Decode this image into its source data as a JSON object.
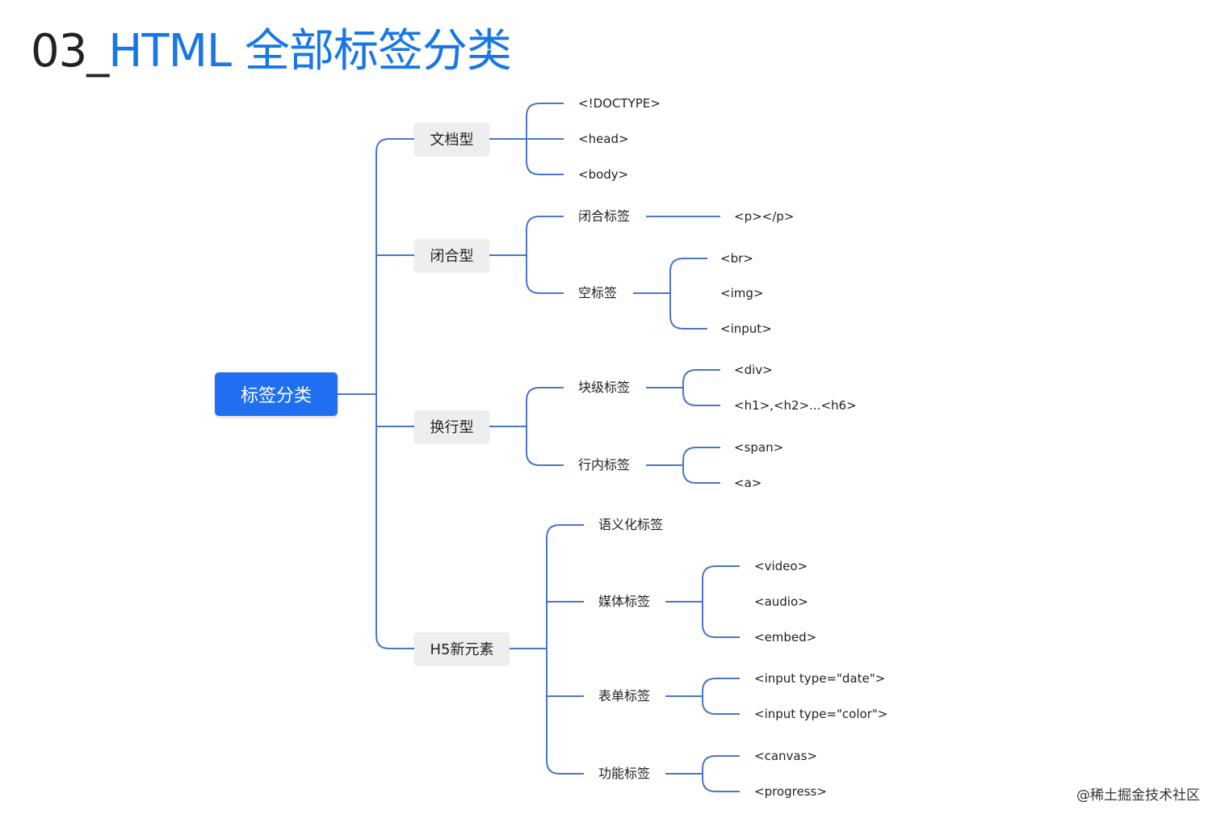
{
  "title": {
    "prefix": "03_",
    "main": "HTML 全部标签分类"
  },
  "root": {
    "label": "标签分类"
  },
  "categories": [
    {
      "label": "文档型",
      "children": [
        {
          "label": "<!DOCTYPE>"
        },
        {
          "label": "<head>"
        },
        {
          "label": "<body>"
        }
      ]
    },
    {
      "label": "闭合型",
      "children": [
        {
          "label": "闭合标签",
          "children": [
            {
              "label": "<p></p>"
            }
          ]
        },
        {
          "label": "空标签",
          "children": [
            {
              "label": "<br>"
            },
            {
              "label": "<img>"
            },
            {
              "label": "<input>"
            }
          ]
        }
      ]
    },
    {
      "label": "换行型",
      "children": [
        {
          "label": "块级标签",
          "children": [
            {
              "label": "<div>"
            },
            {
              "label": "<h1>,<h2>...<h6>"
            }
          ]
        },
        {
          "label": "行内标签",
          "children": [
            {
              "label": "<span>"
            },
            {
              "label": "<a>"
            }
          ]
        }
      ]
    },
    {
      "label": "H5新元素",
      "children": [
        {
          "label": "语义化标签"
        },
        {
          "label": "媒体标签",
          "children": [
            {
              "label": "<video>"
            },
            {
              "label": "<audio>"
            },
            {
              "label": "<embed>"
            }
          ]
        },
        {
          "label": "表单标签",
          "children": [
            {
              "label": "<input type=\"date\">"
            },
            {
              "label": "<input type=\"color\">"
            }
          ]
        },
        {
          "label": "功能标签",
          "children": [
            {
              "label": "<canvas>"
            },
            {
              "label": "<progress>"
            }
          ]
        }
      ]
    }
  ],
  "watermark": "@稀土掘金技术社区",
  "colors": {
    "title_accent": "#1677e6",
    "root_fill": "#1f6ff0",
    "connector": "#4a76c8",
    "category_fill": "#eeeeee"
  }
}
